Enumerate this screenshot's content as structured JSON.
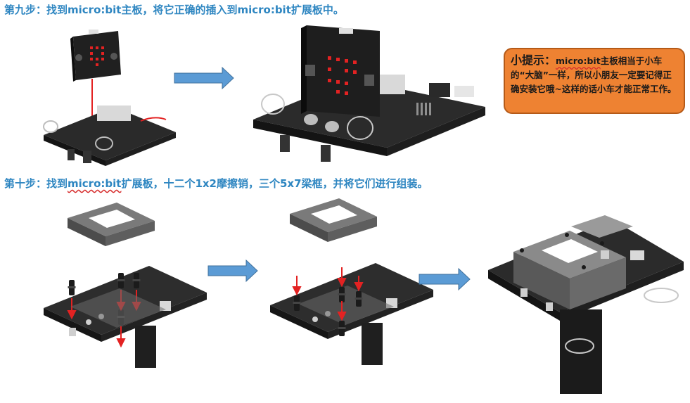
{
  "step9": {
    "prefix": "第九步：找到",
    "brand_a": "micro:bit",
    "mid": "主板，将它正确的插入到",
    "brand_b": "micro:bit",
    "suffix": "扩展板中。"
  },
  "step10": {
    "prefix": "第十步：找到",
    "brand": "micro:bit",
    "suffix": "扩展板，十二个1x2摩擦销，三个5x7梁框，并将它们进行组装。"
  },
  "tip": {
    "label": "小提示：",
    "brand": "micro:bit",
    "text": "主板相当于小车的“大脑”一样，所以小朋友一定要记得正确安装它哦~这样的话小车才能正常工作。"
  },
  "colors": {
    "title_blue": "#2e86c1",
    "arrow_blue": "#5b9bd5",
    "tip_orange": "#ee8232",
    "pin_red": "#e32222"
  }
}
